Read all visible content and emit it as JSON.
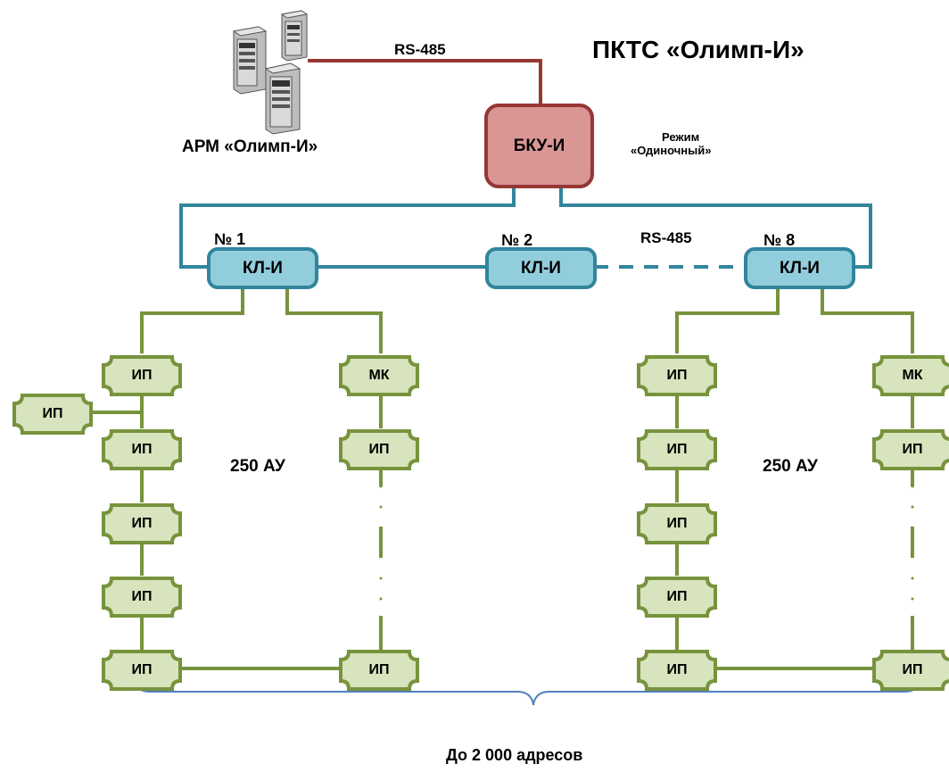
{
  "title": "ПКТС «Олимп-И»",
  "arm_label": "АРМ «Олимп-И»",
  "bus_top_label": "RS-485",
  "bus_mid_label": "RS-485",
  "mode_line1": "Режим",
  "mode_line2": "«Одиночный»",
  "bku_label": "БКУ-И",
  "kl_label": "КЛ-И",
  "kl_numbers": [
    "№ 1",
    "№ 2",
    "№ 8"
  ],
  "ip_label": "ИП",
  "mk_label": "МК",
  "au_label": "250 АУ",
  "footer": "До 2 000 адресов",
  "colors": {
    "bus_top": "#953735",
    "bus_mid": "#31859c",
    "loop": "#77933c",
    "ip_fill": "#d7e4bd",
    "brace": "#4f81bd"
  }
}
